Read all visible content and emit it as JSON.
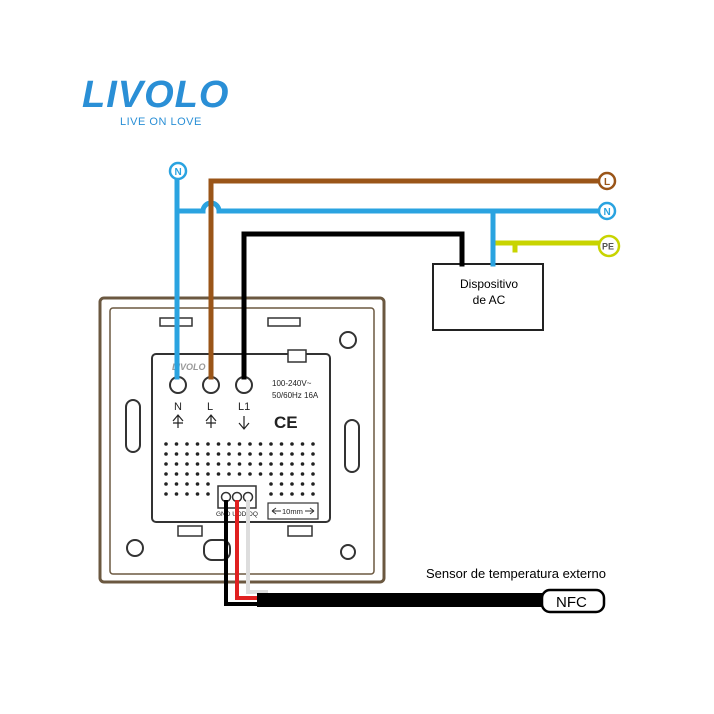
{
  "logo": {
    "brand": "LIVOLO",
    "tagline": "LIVE ON LOVE",
    "color": "#2a8fd6"
  },
  "wires": {
    "colors": {
      "neutral": "#2aa3e0",
      "live": "#9a5518",
      "load": "#000000",
      "earth": "#c8d400",
      "sensor_red": "#e02020",
      "sensor_white": "#dddddd"
    },
    "terminal_badges": {
      "top_n": "N",
      "right_l": "L",
      "right_n": "N",
      "right_pe": "PE"
    }
  },
  "device": {
    "label_line1": "Dispositivo",
    "label_line2": "de AC"
  },
  "switch_back": {
    "embossed_brand": "LIVOLO",
    "terminals": [
      "N",
      "L",
      "L1"
    ],
    "rating_line1": "100-240V~",
    "rating_line2": "50/60Hz 16A",
    "ce_mark": "CE",
    "sensor_pins": "GND UDD DQ",
    "strip_length": "10mm"
  },
  "sensor": {
    "label": "Sensor de temperatura externo",
    "tag": "NFC"
  }
}
